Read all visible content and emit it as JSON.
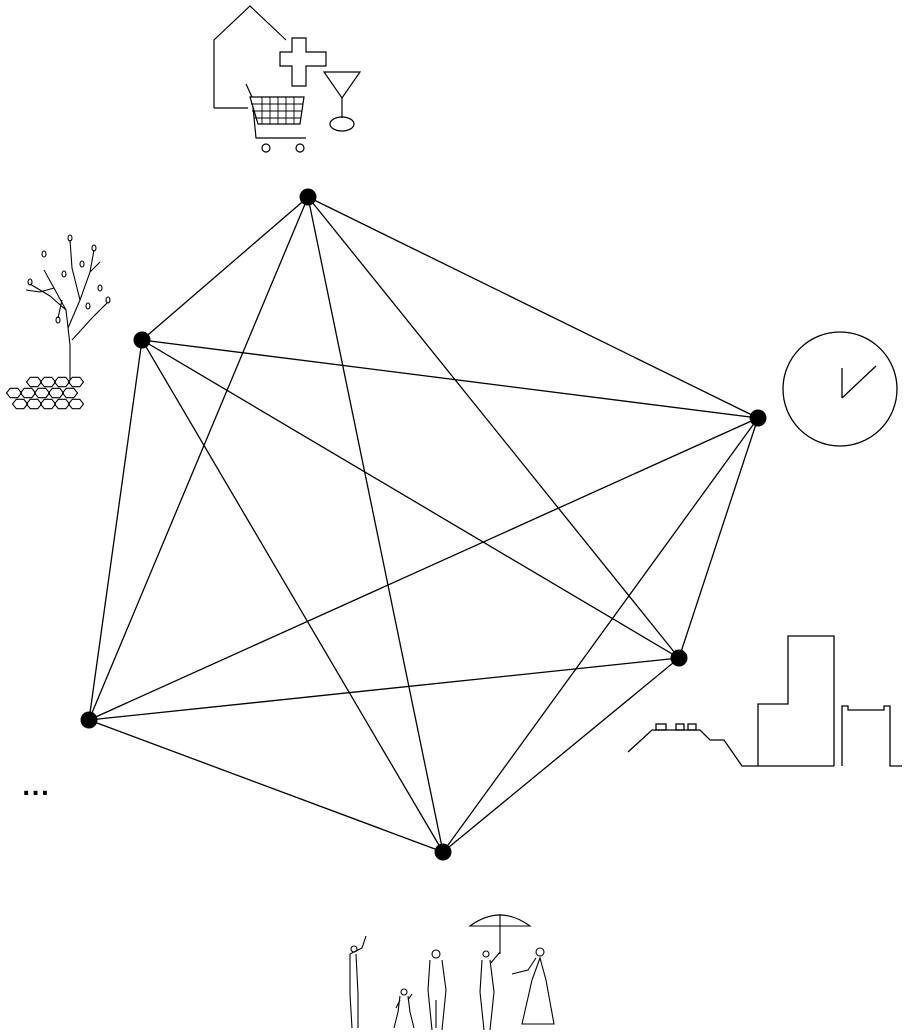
{
  "diagram": {
    "nodes": [
      {
        "id": "top"
      },
      {
        "id": "upper-left"
      },
      {
        "id": "right"
      },
      {
        "id": "lower-right"
      },
      {
        "id": "bottom"
      },
      {
        "id": "lower-left"
      }
    ],
    "connectivity": "complete-graph",
    "continuation_text": "...",
    "icons": [
      {
        "name": "house-shopping-health-drink-icon",
        "near": "top"
      },
      {
        "name": "tree-on-hexagon-pavement-icon",
        "near": "upper-left"
      },
      {
        "name": "clock-icon",
        "near": "right"
      },
      {
        "name": "terrain-and-buildings-icon",
        "near": "lower-right"
      },
      {
        "name": "people-silhouettes-icon",
        "near": "bottom"
      }
    ]
  }
}
